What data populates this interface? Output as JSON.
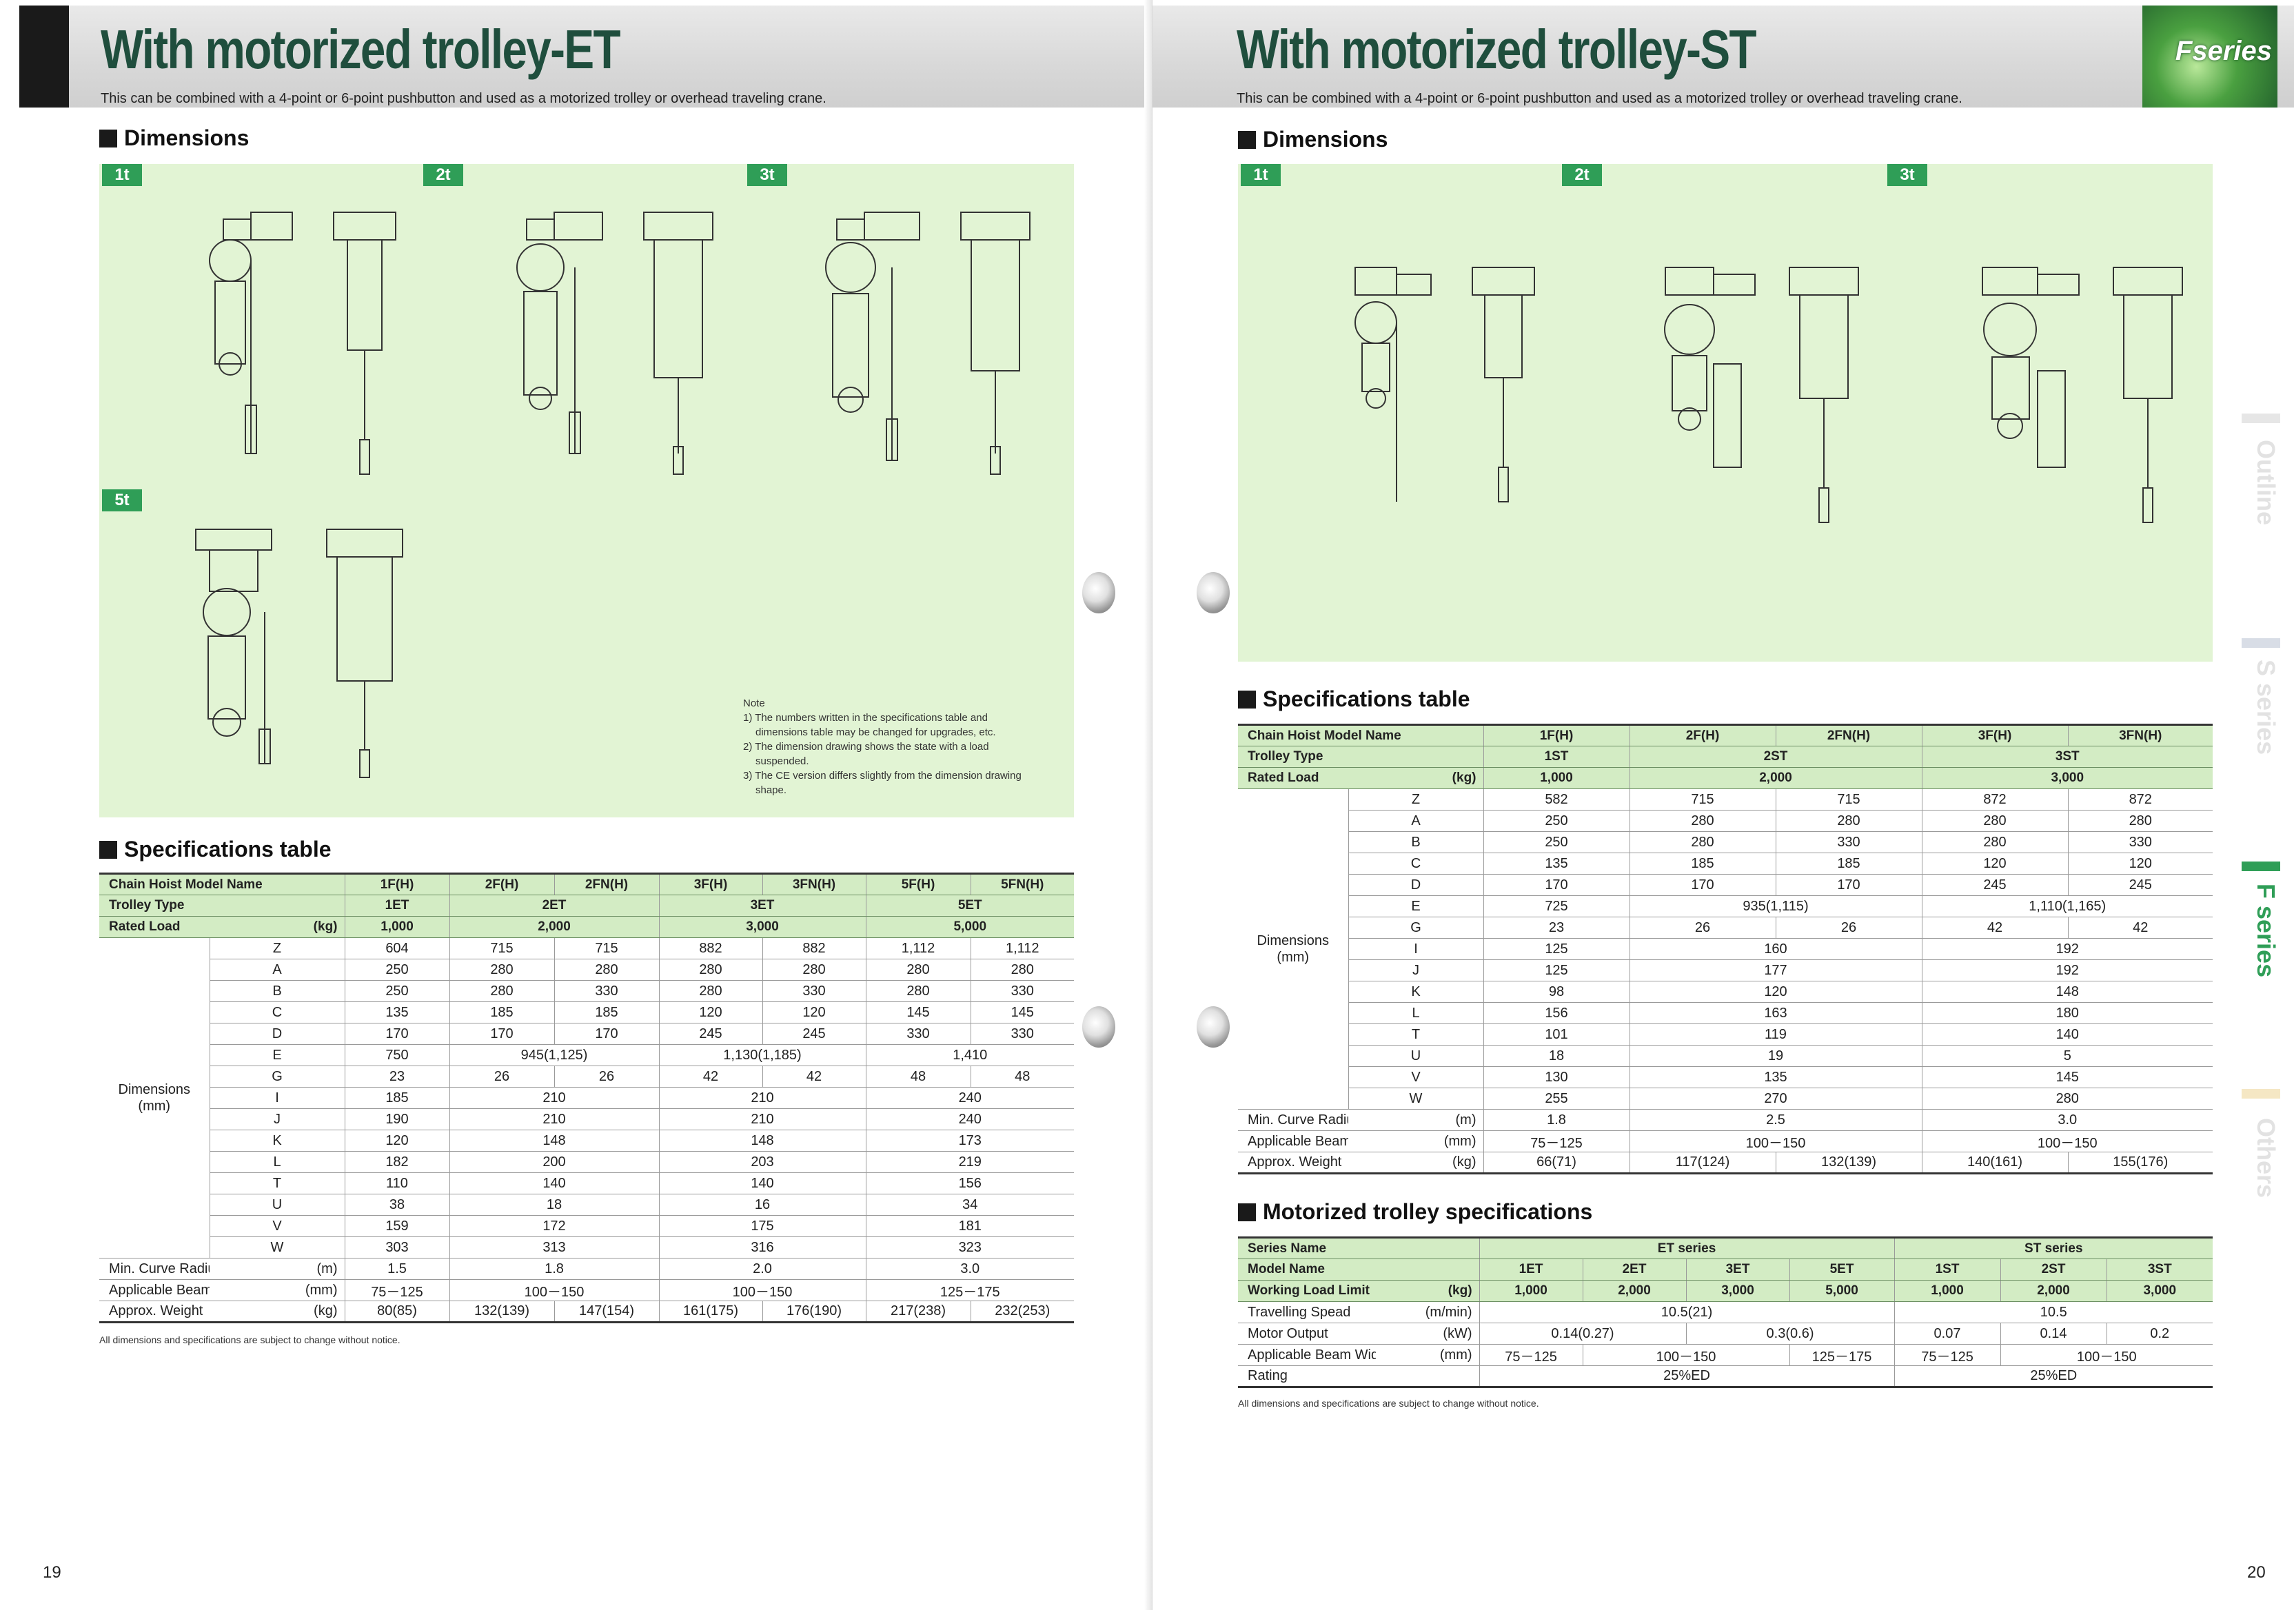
{
  "left": {
    "title": "With motorized trolley-ET",
    "subtitle": "This can be combined with a 4-point or 6-point pushbutton and used as a motorized trolley or overhead traveling crane.",
    "dimensions_heading": "Dimensions",
    "tags": [
      "1t",
      "2t",
      "3t",
      "5t"
    ],
    "note": {
      "head": "Note",
      "lines": [
        "1) The numbers written in the specifications table and",
        "dimensions table may be changed for upgrades, etc.",
        "2) The dimension drawing shows the state with a load",
        "suspended.",
        "3) The CE version differs slightly from the dimension drawing",
        "shape."
      ]
    },
    "spec_heading": "Specifications table",
    "header_rows": [
      [
        "Chain Hoist Model Name",
        "",
        "1F(H)",
        "2F(H)",
        "2FN(H)",
        "3F(H)",
        "3FN(H)",
        "5F(H)",
        "5FN(H)"
      ],
      [
        "Trolley Type",
        "",
        "1ET",
        "2ET",
        "3ET",
        "5ET"
      ],
      [
        "Rated Load",
        "(kg)",
        "1,000",
        "2,000",
        "3,000",
        "5,000"
      ]
    ],
    "dim_label": "Dimensions (mm)",
    "dim_rows": [
      [
        "Z",
        "604",
        "715",
        "715",
        "882",
        "882",
        "1,112",
        "1,112"
      ],
      [
        "A",
        "250",
        "280",
        "280",
        "280",
        "280",
        "280",
        "280"
      ],
      [
        "B",
        "250",
        "280",
        "330",
        "280",
        "330",
        "280",
        "330"
      ],
      [
        "C",
        "135",
        "185",
        "185",
        "120",
        "120",
        "145",
        "145"
      ],
      [
        "D",
        "170",
        "170",
        "170",
        "245",
        "245",
        "330",
        "330"
      ],
      [
        "E",
        "750",
        "945(1,125)",
        "1,130(1,185)",
        "1,410"
      ],
      [
        "G",
        "23",
        "26",
        "26",
        "42",
        "42",
        "48",
        "48"
      ],
      [
        "I",
        "185",
        "210",
        "210",
        "240"
      ],
      [
        "J",
        "190",
        "210",
        "210",
        "240"
      ],
      [
        "K",
        "120",
        "148",
        "148",
        "173"
      ],
      [
        "L",
        "182",
        "200",
        "203",
        "219"
      ],
      [
        "T",
        "110",
        "140",
        "140",
        "156"
      ],
      [
        "U",
        "38",
        "18",
        "16",
        "34"
      ],
      [
        "V",
        "159",
        "172",
        "175",
        "181"
      ],
      [
        "W",
        "303",
        "313",
        "316",
        "323"
      ]
    ],
    "bottom_rows": [
      [
        "Min. Curve Radius",
        "(m)",
        "1.5",
        "1.8",
        "2.0",
        "3.0"
      ],
      [
        "Applicable Beam Width b",
        "(mm)",
        "75－125",
        "100－150",
        "100－150",
        "125－175"
      ],
      [
        "Approx. Weight",
        "(kg)",
        "80(85)",
        "132(139)",
        "147(154)",
        "161(175)",
        "176(190)",
        "217(238)",
        "232(253)"
      ]
    ],
    "footnote": "All dimensions and specifications are subject to change without notice.",
    "page_number": "19"
  },
  "right": {
    "title": "With motorized trolley-ST",
    "subtitle": "This can be combined with a 4-point or 6-point pushbutton and used as a motorized trolley or overhead traveling crane.",
    "badge": "Fseries",
    "dimensions_heading": "Dimensions",
    "tags": [
      "1t",
      "2t",
      "3t"
    ],
    "spec_heading": "Specifications table",
    "header_rows": [
      [
        "Chain Hoist Model Name",
        "",
        "1F(H)",
        "2F(H)",
        "2FN(H)",
        "3F(H)",
        "3FN(H)"
      ],
      [
        "Trolley Type",
        "",
        "1ST",
        "2ST",
        "3ST"
      ],
      [
        "Rated Load",
        "(kg)",
        "1,000",
        "2,000",
        "3,000"
      ]
    ],
    "dim_label": "Dimensions (mm)",
    "dim_rows": [
      [
        "Z",
        "582",
        "715",
        "715",
        "872",
        "872"
      ],
      [
        "A",
        "250",
        "280",
        "280",
        "280",
        "280"
      ],
      [
        "B",
        "250",
        "280",
        "330",
        "280",
        "330"
      ],
      [
        "C",
        "135",
        "185",
        "185",
        "120",
        "120"
      ],
      [
        "D",
        "170",
        "170",
        "170",
        "245",
        "245"
      ],
      [
        "E",
        "725",
        "935(1,115)",
        "1,110(1,165)"
      ],
      [
        "G",
        "23",
        "26",
        "26",
        "42",
        "42"
      ],
      [
        "I",
        "125",
        "160",
        "192"
      ],
      [
        "J",
        "125",
        "177",
        "192"
      ],
      [
        "K",
        "98",
        "120",
        "148"
      ],
      [
        "L",
        "156",
        "163",
        "180"
      ],
      [
        "T",
        "101",
        "119",
        "140"
      ],
      [
        "U",
        "18",
        "19",
        "5"
      ],
      [
        "V",
        "130",
        "135",
        "145"
      ],
      [
        "W",
        "255",
        "270",
        "280"
      ]
    ],
    "bottom_rows": [
      [
        "Min. Curve Radius",
        "(m)",
        "1.8",
        "2.5",
        "3.0"
      ],
      [
        "Applicable Beam Width b",
        "(mm)",
        "75－125",
        "100－150",
        "100－150"
      ],
      [
        "Approx. Weight",
        "(kg)",
        "66(71)",
        "117(124)",
        "132(139)",
        "140(161)",
        "155(176)"
      ]
    ],
    "trolley_heading": "Motorized trolley specifications",
    "trolley_rows": [
      [
        "Series Name",
        "",
        "ET series",
        "ST series"
      ],
      [
        "Model Name",
        "",
        "1ET",
        "2ET",
        "3ET",
        "5ET",
        "1ST",
        "2ST",
        "3ST"
      ],
      [
        "Working Load Limit",
        "(kg)",
        "1,000",
        "2,000",
        "3,000",
        "5,000",
        "1,000",
        "2,000",
        "3,000"
      ],
      [
        "Travelling Spead",
        "(m/min)",
        "10.5(21)",
        "10.5"
      ],
      [
        "Motor Output",
        "(kW)",
        "0.14(0.27)",
        "0.3(0.6)",
        "0.07",
        "0.14",
        "0.2"
      ],
      [
        "Applicable Beam Width b",
        "(mm)",
        "75－125",
        "100－150",
        "125－175",
        "75－125",
        "100－150"
      ],
      [
        "Rating",
        "",
        "25%ED",
        "25%ED"
      ]
    ],
    "footnote": "All dimensions and specifications are subject to change without notice.",
    "side_tabs": [
      {
        "label": "Outline",
        "color": "#e6e6e6"
      },
      {
        "label": "S series",
        "color": "#d8dde6"
      },
      {
        "label": "F series",
        "color": "#2f9e57"
      },
      {
        "label": "Others",
        "color": "#f5e7c4"
      }
    ],
    "page_number": "20"
  }
}
